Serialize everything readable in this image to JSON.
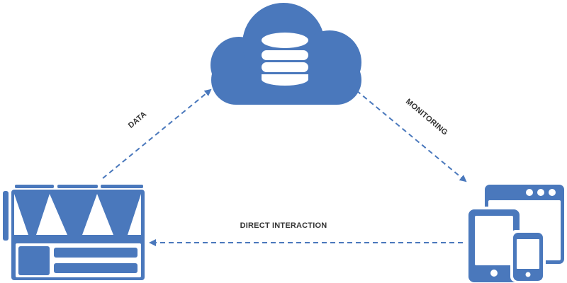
{
  "colors": {
    "primary": "#4a78bc",
    "label": "#333333",
    "background": "#ffffff",
    "white": "#ffffff"
  },
  "nodes": {
    "cloud": {
      "icon": "cloud-database-icon"
    },
    "machine": {
      "icon": "industrial-machine-icon"
    },
    "devices": {
      "icon": "multi-device-icon"
    }
  },
  "edges": {
    "data": {
      "label": "DATA"
    },
    "monitoring": {
      "label": "MONITORING"
    },
    "direct_interaction": {
      "label": "DIRECT INTERACTION"
    }
  }
}
